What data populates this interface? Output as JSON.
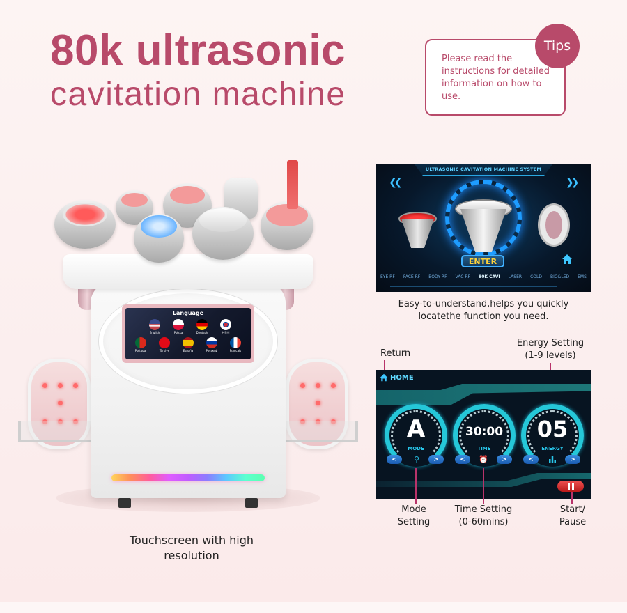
{
  "header": {
    "title_line1": "80k ultrasonic",
    "title_line2": "cavitation machine"
  },
  "tips": {
    "badge": "Tips",
    "text": "Please read the instructions for detailed information on how to use."
  },
  "machine": {
    "caption": "Touchscreen with high resolution",
    "screen": {
      "title": "Language",
      "languages": [
        "English",
        "Polska",
        "Deutsch",
        "한국어",
        "Portugal",
        "Türkiye",
        "España",
        "Русский",
        "Français"
      ]
    }
  },
  "system_screen": {
    "title": "ULTRASONIC CAVITATION MACHINE SYSTEM",
    "prev_icon": "chevron-left-double-icon",
    "next_icon": "chevron-right-double-icon",
    "enter_label": "ENTER",
    "home_icon": "home-icon",
    "functions": [
      "EYE RF",
      "FACE RF",
      "BODY RF",
      "VAC RF",
      "80K CAVI",
      "LASER",
      "COLD",
      "BIO&LED",
      "EMS"
    ],
    "active_function": "80K CAVI",
    "caption": "Easy-to-understand,helps you quickly locatethe function you need."
  },
  "control_screen": {
    "home_label": "HOME",
    "gauges": [
      {
        "value": "A",
        "label": "MODE",
        "icon": "mode-icon"
      },
      {
        "value": "30:00",
        "label": "TIME",
        "icon": "alarm-clock-icon"
      },
      {
        "value": "05",
        "label": "ENERGY",
        "icon": "bar-chart-icon"
      }
    ],
    "prev_glyph": "<",
    "next_glyph": ">",
    "pause_icon": "pause-icon"
  },
  "annotations": {
    "return": "Return",
    "energy": "Energy Setting",
    "energy_range": "(1-9 levels)",
    "mode_l1": "Mode",
    "mode_l2": "Setting",
    "time_l1": "Time Setting",
    "time_l2": "(0-60mins)",
    "start_l1": "Start/",
    "start_l2": "Pause"
  },
  "colors": {
    "brand": "#b84a6a",
    "background": "#fbeeee",
    "screen_accent": "#25c7d8",
    "enter_text": "#ffd23a"
  }
}
